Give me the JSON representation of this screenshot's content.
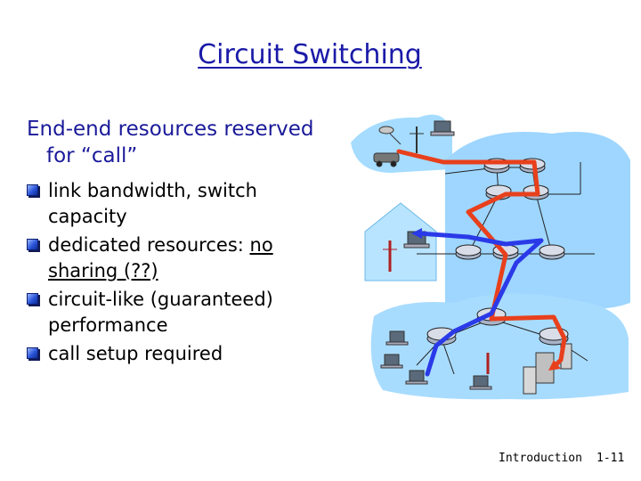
{
  "title": "Circuit Switching",
  "lead": "End-end resources reserved for “call”",
  "bullets": [
    {
      "text": "link bandwidth, switch capacity"
    },
    {
      "pre": "dedicated resources: ",
      "underlined": "no sharing (??)"
    },
    {
      "text": "circuit-like (guaranteed) performance"
    },
    {
      "text": "call setup required"
    }
  ],
  "footer": {
    "section": "Introduction",
    "page": "1-11"
  },
  "colors": {
    "title": "#1a1aa8",
    "bullet": "#2a55d8",
    "circuit_red": "#e8401c",
    "circuit_blue": "#2a3ae8",
    "network_cloud": "#9fd8ff"
  },
  "icons": [
    "router-icon",
    "laptop-icon",
    "cell-tower-icon",
    "server-icon",
    "house-icon",
    "satellite-icon"
  ]
}
